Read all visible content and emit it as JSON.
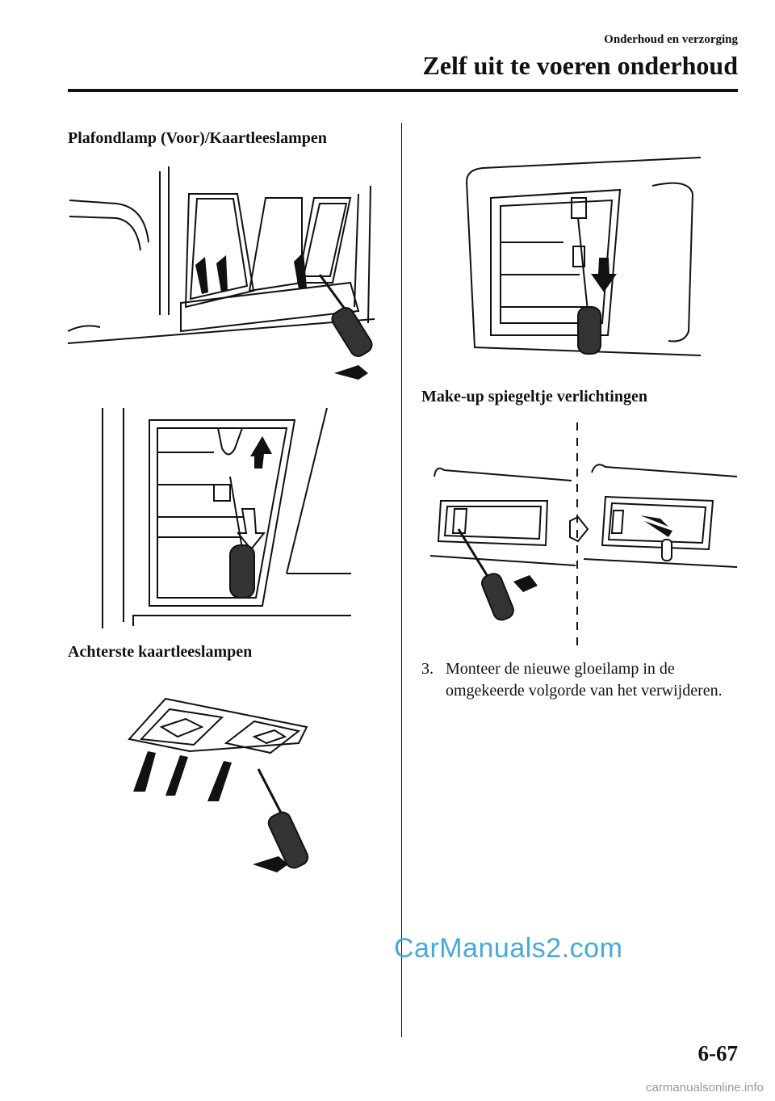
{
  "header": {
    "section": "Onderhoud en verzorging",
    "title": "Zelf uit te voeren onderhoud"
  },
  "left_column": {
    "heading_front": "Plafondlamp (Voor)/Kaartleeslampen",
    "heading_rear": "Achterste kaartleeslampen"
  },
  "right_column": {
    "heading_mirror": "Make-up spiegeltje verlichtingen",
    "step": {
      "number": "3.",
      "text": "Monteer de nieuwe gloeilamp in de omgekeerde volgorde van het verwijderen."
    }
  },
  "watermark": "CarManuals2.com",
  "page_number": "6-67",
  "footer_url": "carmanualsonline.info"
}
